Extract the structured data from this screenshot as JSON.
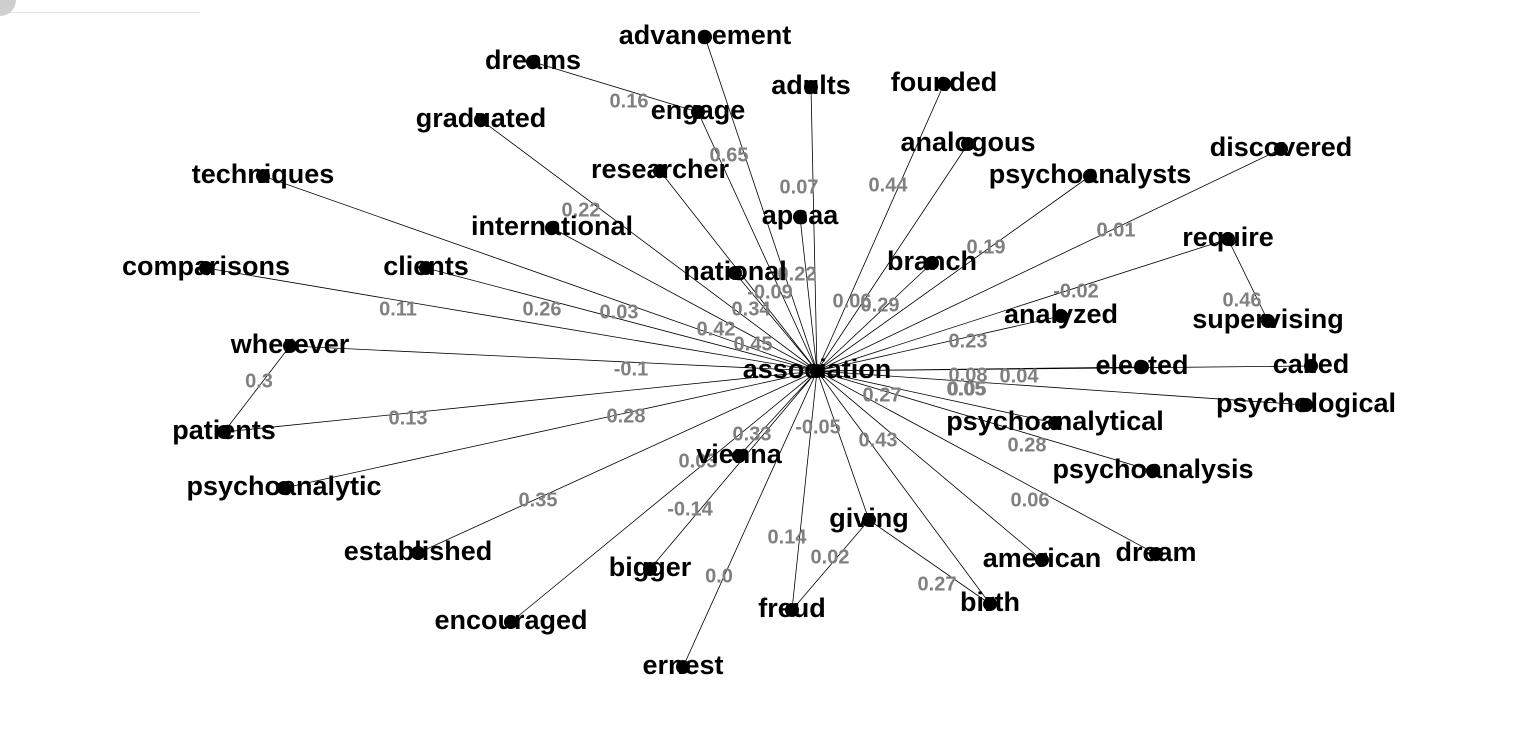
{
  "colors": {
    "edge": "#000000",
    "node": "#000000",
    "label": "#000000",
    "weight": "#808080"
  },
  "nodes": [
    {
      "id": "association",
      "label": "association"
    },
    {
      "id": "advancement",
      "label": "advancement"
    },
    {
      "id": "dreams",
      "label": "dreams"
    },
    {
      "id": "engage",
      "label": "engage"
    },
    {
      "id": "adults",
      "label": "adults"
    },
    {
      "id": "founded",
      "label": "founded"
    },
    {
      "id": "graduated",
      "label": "graduated"
    },
    {
      "id": "analogous",
      "label": "analogous"
    },
    {
      "id": "discovered",
      "label": "discovered"
    },
    {
      "id": "researcher",
      "label": "researcher"
    },
    {
      "id": "psychoanalysts",
      "label": "psychoanalysts"
    },
    {
      "id": "techniques",
      "label": "techniques"
    },
    {
      "id": "apsaa",
      "label": "apsaa"
    },
    {
      "id": "international",
      "label": "international"
    },
    {
      "id": "require",
      "label": "require"
    },
    {
      "id": "comparisons",
      "label": "comparisons"
    },
    {
      "id": "clients",
      "label": "clients"
    },
    {
      "id": "national",
      "label": "national"
    },
    {
      "id": "branch",
      "label": "branch"
    },
    {
      "id": "supervising",
      "label": "supervising"
    },
    {
      "id": "analyzed",
      "label": "analyzed"
    },
    {
      "id": "wherever",
      "label": "wherever"
    },
    {
      "id": "elected",
      "label": "elected"
    },
    {
      "id": "called",
      "label": "called"
    },
    {
      "id": "psychological",
      "label": "psychological"
    },
    {
      "id": "patients",
      "label": "patients"
    },
    {
      "id": "psychoanalytical",
      "label": "psychoanalytical"
    },
    {
      "id": "vienna",
      "label": "vienna"
    },
    {
      "id": "psychoanalysis",
      "label": "psychoanalysis"
    },
    {
      "id": "psychoanalytic",
      "label": "psychoanalytic"
    },
    {
      "id": "giving",
      "label": "giving"
    },
    {
      "id": "established",
      "label": "established"
    },
    {
      "id": "american",
      "label": "american"
    },
    {
      "id": "dream",
      "label": "dream"
    },
    {
      "id": "bigger",
      "label": "bigger"
    },
    {
      "id": "freud",
      "label": "freud"
    },
    {
      "id": "birth",
      "label": "birth"
    },
    {
      "id": "encouraged",
      "label": "encouraged"
    },
    {
      "id": "ernest",
      "label": "ernest"
    }
  ],
  "edges": [
    {
      "source": "association",
      "target": "advancement",
      "weight": "0.65"
    },
    {
      "source": "association",
      "target": "engage",
      "weight": "0.45"
    },
    {
      "source": "engage",
      "target": "dreams",
      "weight": "0.16"
    },
    {
      "source": "association",
      "target": "adults",
      "weight": "0.07"
    },
    {
      "source": "association",
      "target": "founded",
      "weight": "0.44"
    },
    {
      "source": "association",
      "target": "graduated",
      "weight": "0.42"
    },
    {
      "source": "association",
      "target": "analogous",
      "weight": "0.29"
    },
    {
      "source": "association",
      "target": "discovered",
      "weight": "0.01"
    },
    {
      "source": "association",
      "target": "researcher",
      "weight": "0.34"
    },
    {
      "source": "association",
      "target": "psychoanalysts",
      "weight": "0.19"
    },
    {
      "source": "association",
      "target": "techniques",
      "weight": "0.03"
    },
    {
      "source": "association",
      "target": "apsaa",
      "weight": "0.22"
    },
    {
      "source": "association",
      "target": "international",
      "weight": "0.22"
    },
    {
      "source": "association",
      "target": "require",
      "weight": "-0.02"
    },
    {
      "source": "association",
      "target": "comparisons",
      "weight": "0.11"
    },
    {
      "source": "association",
      "target": "clients",
      "weight": "0.26"
    },
    {
      "source": "association",
      "target": "national",
      "weight": "-0.09"
    },
    {
      "source": "association",
      "target": "branch",
      "weight": "0.06"
    },
    {
      "source": "require",
      "target": "supervising",
      "weight": "0.46"
    },
    {
      "source": "association",
      "target": "analyzed",
      "weight": "0.23"
    },
    {
      "source": "association",
      "target": "wherever",
      "weight": "-0.1"
    },
    {
      "source": "association",
      "target": "elected",
      "weight": "0.08"
    },
    {
      "source": "association",
      "target": "called",
      "weight": "0.04"
    },
    {
      "source": "association",
      "target": "psychological",
      "weight": "0.05"
    },
    {
      "source": "wherever",
      "target": "patients",
      "weight": "0.3"
    },
    {
      "source": "association",
      "target": "patients",
      "weight": "0.13"
    },
    {
      "source": "association",
      "target": "psychoanalytical",
      "weight": "0.27"
    },
    {
      "source": "association",
      "target": "vienna",
      "weight": "0.33"
    },
    {
      "source": "association",
      "target": "psychoanalysis",
      "weight": "0.28"
    },
    {
      "source": "association",
      "target": "psychoanalytic",
      "weight": "0.28"
    },
    {
      "source": "association",
      "target": "giving",
      "weight": "0.43"
    },
    {
      "source": "association",
      "target": "established",
      "weight": "0.35"
    },
    {
      "source": "association",
      "target": "american",
      "weight": "0.06"
    },
    {
      "source": "association",
      "target": "dream",
      "weight": "0.05"
    },
    {
      "source": "association",
      "target": "bigger",
      "weight": "-0.14"
    },
    {
      "source": "association",
      "target": "freud",
      "weight": "-0.05"
    },
    {
      "source": "giving",
      "target": "freud",
      "weight": "0.02"
    },
    {
      "source": "giving",
      "target": "birth",
      "weight": "0.27"
    },
    {
      "source": "association",
      "target": "encouraged",
      "weight": "0.03"
    },
    {
      "source": "association",
      "target": "ernest",
      "weight": "0.0"
    },
    {
      "source": "association",
      "target": "birth",
      "weight": "0.14"
    }
  ]
}
